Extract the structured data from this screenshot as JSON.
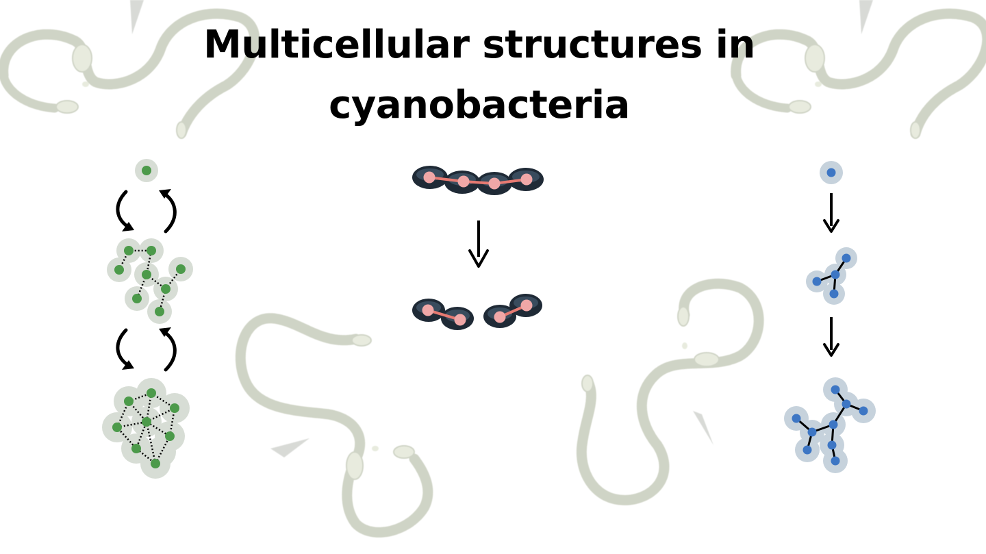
{
  "title": {
    "line1": "Multicellular structures in",
    "line2": "cyanobacteria"
  },
  "colors": {
    "background": "#ffffff",
    "title_text": "#000000",
    "filament_background": "#b9c2a6",
    "green_cell_nucleus": "#4c9a4a",
    "green_cell_halo": "#d5dbd3",
    "pink_cell_nucleus": "#f0a7a7",
    "pink_link": "#e77a72",
    "dark_filament": "#1f2a36",
    "blue_cell_nucleus": "#3d76c4",
    "blue_cell_halo": "#c6d2dc",
    "arrow": "#000000"
  },
  "panels": {
    "left": {
      "theme": "green clusters with dotted links",
      "stages": [
        "single cell",
        "small cluster",
        "large cluster"
      ],
      "arrows": "curved bidirectional"
    },
    "center": {
      "theme": "filament fragmentation",
      "stages": [
        "four-cell filament",
        "two two-cell filaments"
      ],
      "arrows": "down"
    },
    "right": {
      "theme": "blue branching cells",
      "stages": [
        "single cell",
        "three-branch cluster",
        "large branched cluster"
      ],
      "arrows": "down"
    }
  }
}
